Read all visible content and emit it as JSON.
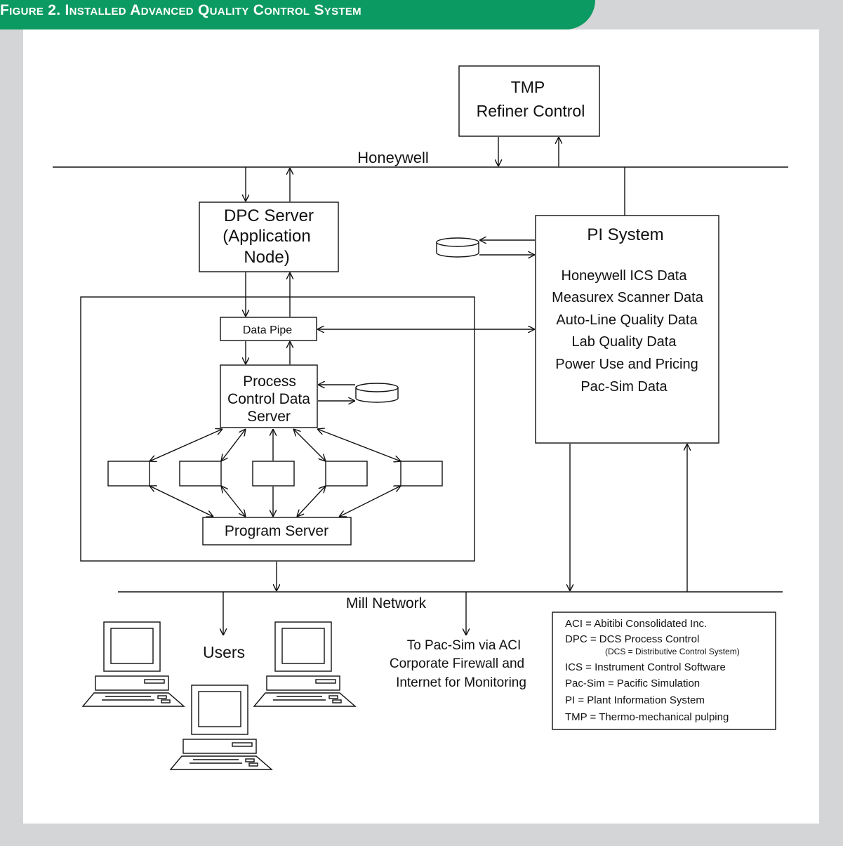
{
  "figure": {
    "title": "Figure 2. Installed Advanced Quality Control System"
  },
  "colors": {
    "accent": "#0b9a61",
    "frame": "#d4d5d7",
    "ink": "#111111"
  },
  "nodes": {
    "tmp": [
      "TMP",
      "Refiner Control"
    ],
    "dpc": [
      "DPC Server",
      "(Application",
      "Node)"
    ],
    "data_pipe": "Data Pipe",
    "process_control": [
      "Process",
      "Control Data",
      "Server"
    ],
    "program_server": "Program Server",
    "pi_system": "PI System",
    "pi_data": [
      "Honeywell ICS Data",
      "Measurex Scanner Data",
      "Auto-Line Quality Data",
      "Lab Quality Data",
      "Power Use and Pricing",
      "Pac-Sim Data"
    ]
  },
  "buses": {
    "honeywell": "Honeywell",
    "mill": "Mill Network"
  },
  "users": {
    "label": "Users"
  },
  "external": {
    "lines": [
      "To Pac-Sim via ACI",
      "Corporate Firewall and",
      "Internet for Monitoring"
    ]
  },
  "legend": [
    {
      "text": "ACI = Abitibi Consolidated Inc."
    },
    {
      "text": "DPC = DCS Process Control",
      "sub": "(DCS = Distributive Control System)"
    },
    {
      "text": "ICS = Instrument Control Software"
    },
    {
      "text": "Pac-Sim = Pacific Simulation"
    },
    {
      "text": "PI = Plant Information System"
    },
    {
      "text": "TMP = Thermo-mechanical pulping"
    }
  ]
}
